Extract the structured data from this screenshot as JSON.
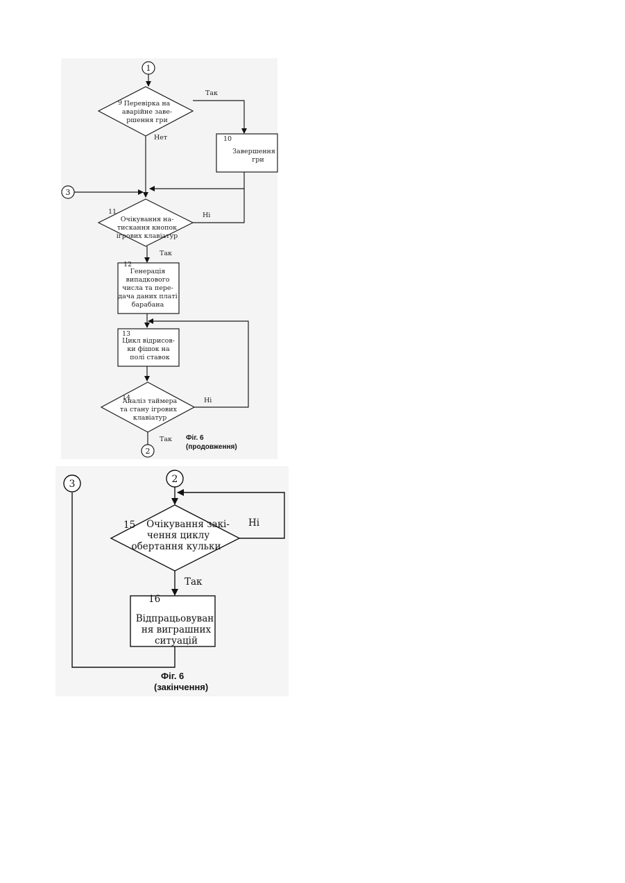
{
  "part1": {
    "connectors": {
      "c1": "1",
      "c3": "3",
      "c2": "2"
    },
    "node9": {
      "num": "9",
      "lines": [
        "Перевірка на",
        "аварійне заве-",
        "ршення гри"
      ]
    },
    "node10": {
      "num": "10",
      "lines": [
        "Завершення",
        "гри"
      ]
    },
    "node11": {
      "num": "11",
      "lines": [
        "Очікування на-",
        "тискання кнопок",
        "ігрових клавіатур"
      ]
    },
    "node12": {
      "num": "12",
      "lines": [
        "Генерація",
        "випадкового",
        "числа та пере-",
        "дача даних платі",
        "барабана"
      ]
    },
    "node13": {
      "num": "13",
      "lines": [
        "Цикл відрисов-",
        "ки фішок на",
        "полі ставок"
      ]
    },
    "node14": {
      "num": "14",
      "lines": [
        "Аналіз таймера",
        "та стану ігрових",
        "клавіатур"
      ]
    },
    "labels": {
      "yes9": "Так",
      "no9": "Нет",
      "no11": "Ні",
      "yes11": "Так",
      "no14": "Ні",
      "yes14": "Так"
    },
    "caption": [
      "Фіг. 6",
      "(продовження)"
    ]
  },
  "part2": {
    "connectors": {
      "c2": "2",
      "c3": "3"
    },
    "node15": {
      "num": "15",
      "lines": [
        "Очікування закі-",
        "чення циклу",
        "обертання кульки"
      ]
    },
    "node16": {
      "num": "16",
      "lines": [
        "Відпрацьовуван",
        "ня виграшних",
        "ситуацій"
      ]
    },
    "labels": {
      "no15": "Ні",
      "yes15": "Так"
    },
    "caption": [
      "Фіг. 6",
      "(закінчення)"
    ]
  }
}
